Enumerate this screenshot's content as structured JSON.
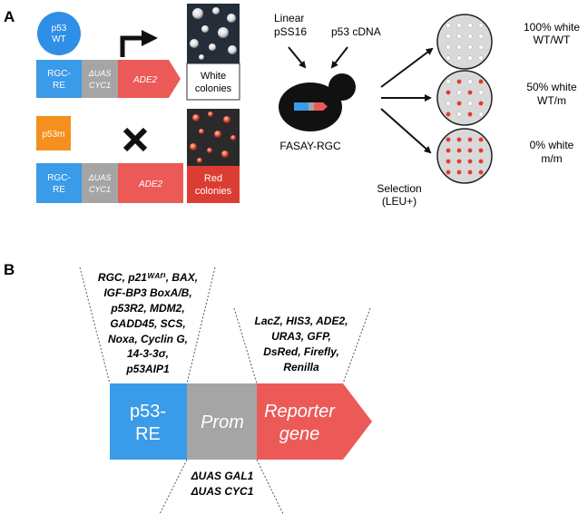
{
  "panel_a": {
    "label": "A",
    "wt_protein": [
      "p53",
      "WT"
    ],
    "mut_protein": "p53m",
    "wt_construct": {
      "re": [
        "RGC-",
        "RE"
      ],
      "prom": [
        "ΔUAS",
        "CYC1"
      ],
      "reporter": "ADE2"
    },
    "mut_construct": {
      "re": [
        "RGC-",
        "RE"
      ],
      "prom": [
        "ΔUAS",
        "CYC1"
      ],
      "reporter": "ADE2"
    },
    "white_colonies": [
      "White",
      "colonies"
    ],
    "red_colonies": [
      "Red",
      "colonies"
    ],
    "linear_label": [
      "Linear",
      "pSS16"
    ],
    "cdna_label": "p53 cDNA",
    "strain_label": "FASAY-RGC",
    "selection_label": [
      "Selection",
      "(LEU+)"
    ],
    "plates": [
      {
        "pct": [
          "100% white",
          "WT/WT"
        ],
        "red_fraction": 0
      },
      {
        "pct": [
          "50% white",
          "WT/m"
        ],
        "red_fraction": 0.5
      },
      {
        "pct": [
          "0% white",
          "m/m"
        ],
        "red_fraction": 1
      }
    ],
    "colors": {
      "re": "#3a9be8",
      "prom": "#a5a5a5",
      "reporter": "#ec5a58",
      "wt": "#2f8fe6",
      "mut": "#f5901e",
      "red_plate": "#e23b33",
      "plate_bg": "#d9d9d9"
    }
  },
  "panel_b": {
    "label": "B",
    "re_genes": [
      "RGC, p21ᵂᴬᶠ¹, BAX,",
      "IGF-BP3 BoxA/B,",
      "p53R2, MDM2,",
      "GADD45, SCS,",
      "Noxa, Cyclin G,",
      "14-3-3σ,",
      "p53AIP1"
    ],
    "reporter_genes": [
      "LacZ, HIS3, ADE2,",
      "URA3, GFP,",
      "DsRed, Firefly,",
      "Renilla"
    ],
    "prom_genes": [
      "ΔUAS GAL1",
      "ΔUAS CYC1"
    ],
    "box_re": [
      "p53-",
      "RE"
    ],
    "box_prom": "Prom",
    "box_reporter": [
      "Reporter",
      "gene"
    ]
  }
}
